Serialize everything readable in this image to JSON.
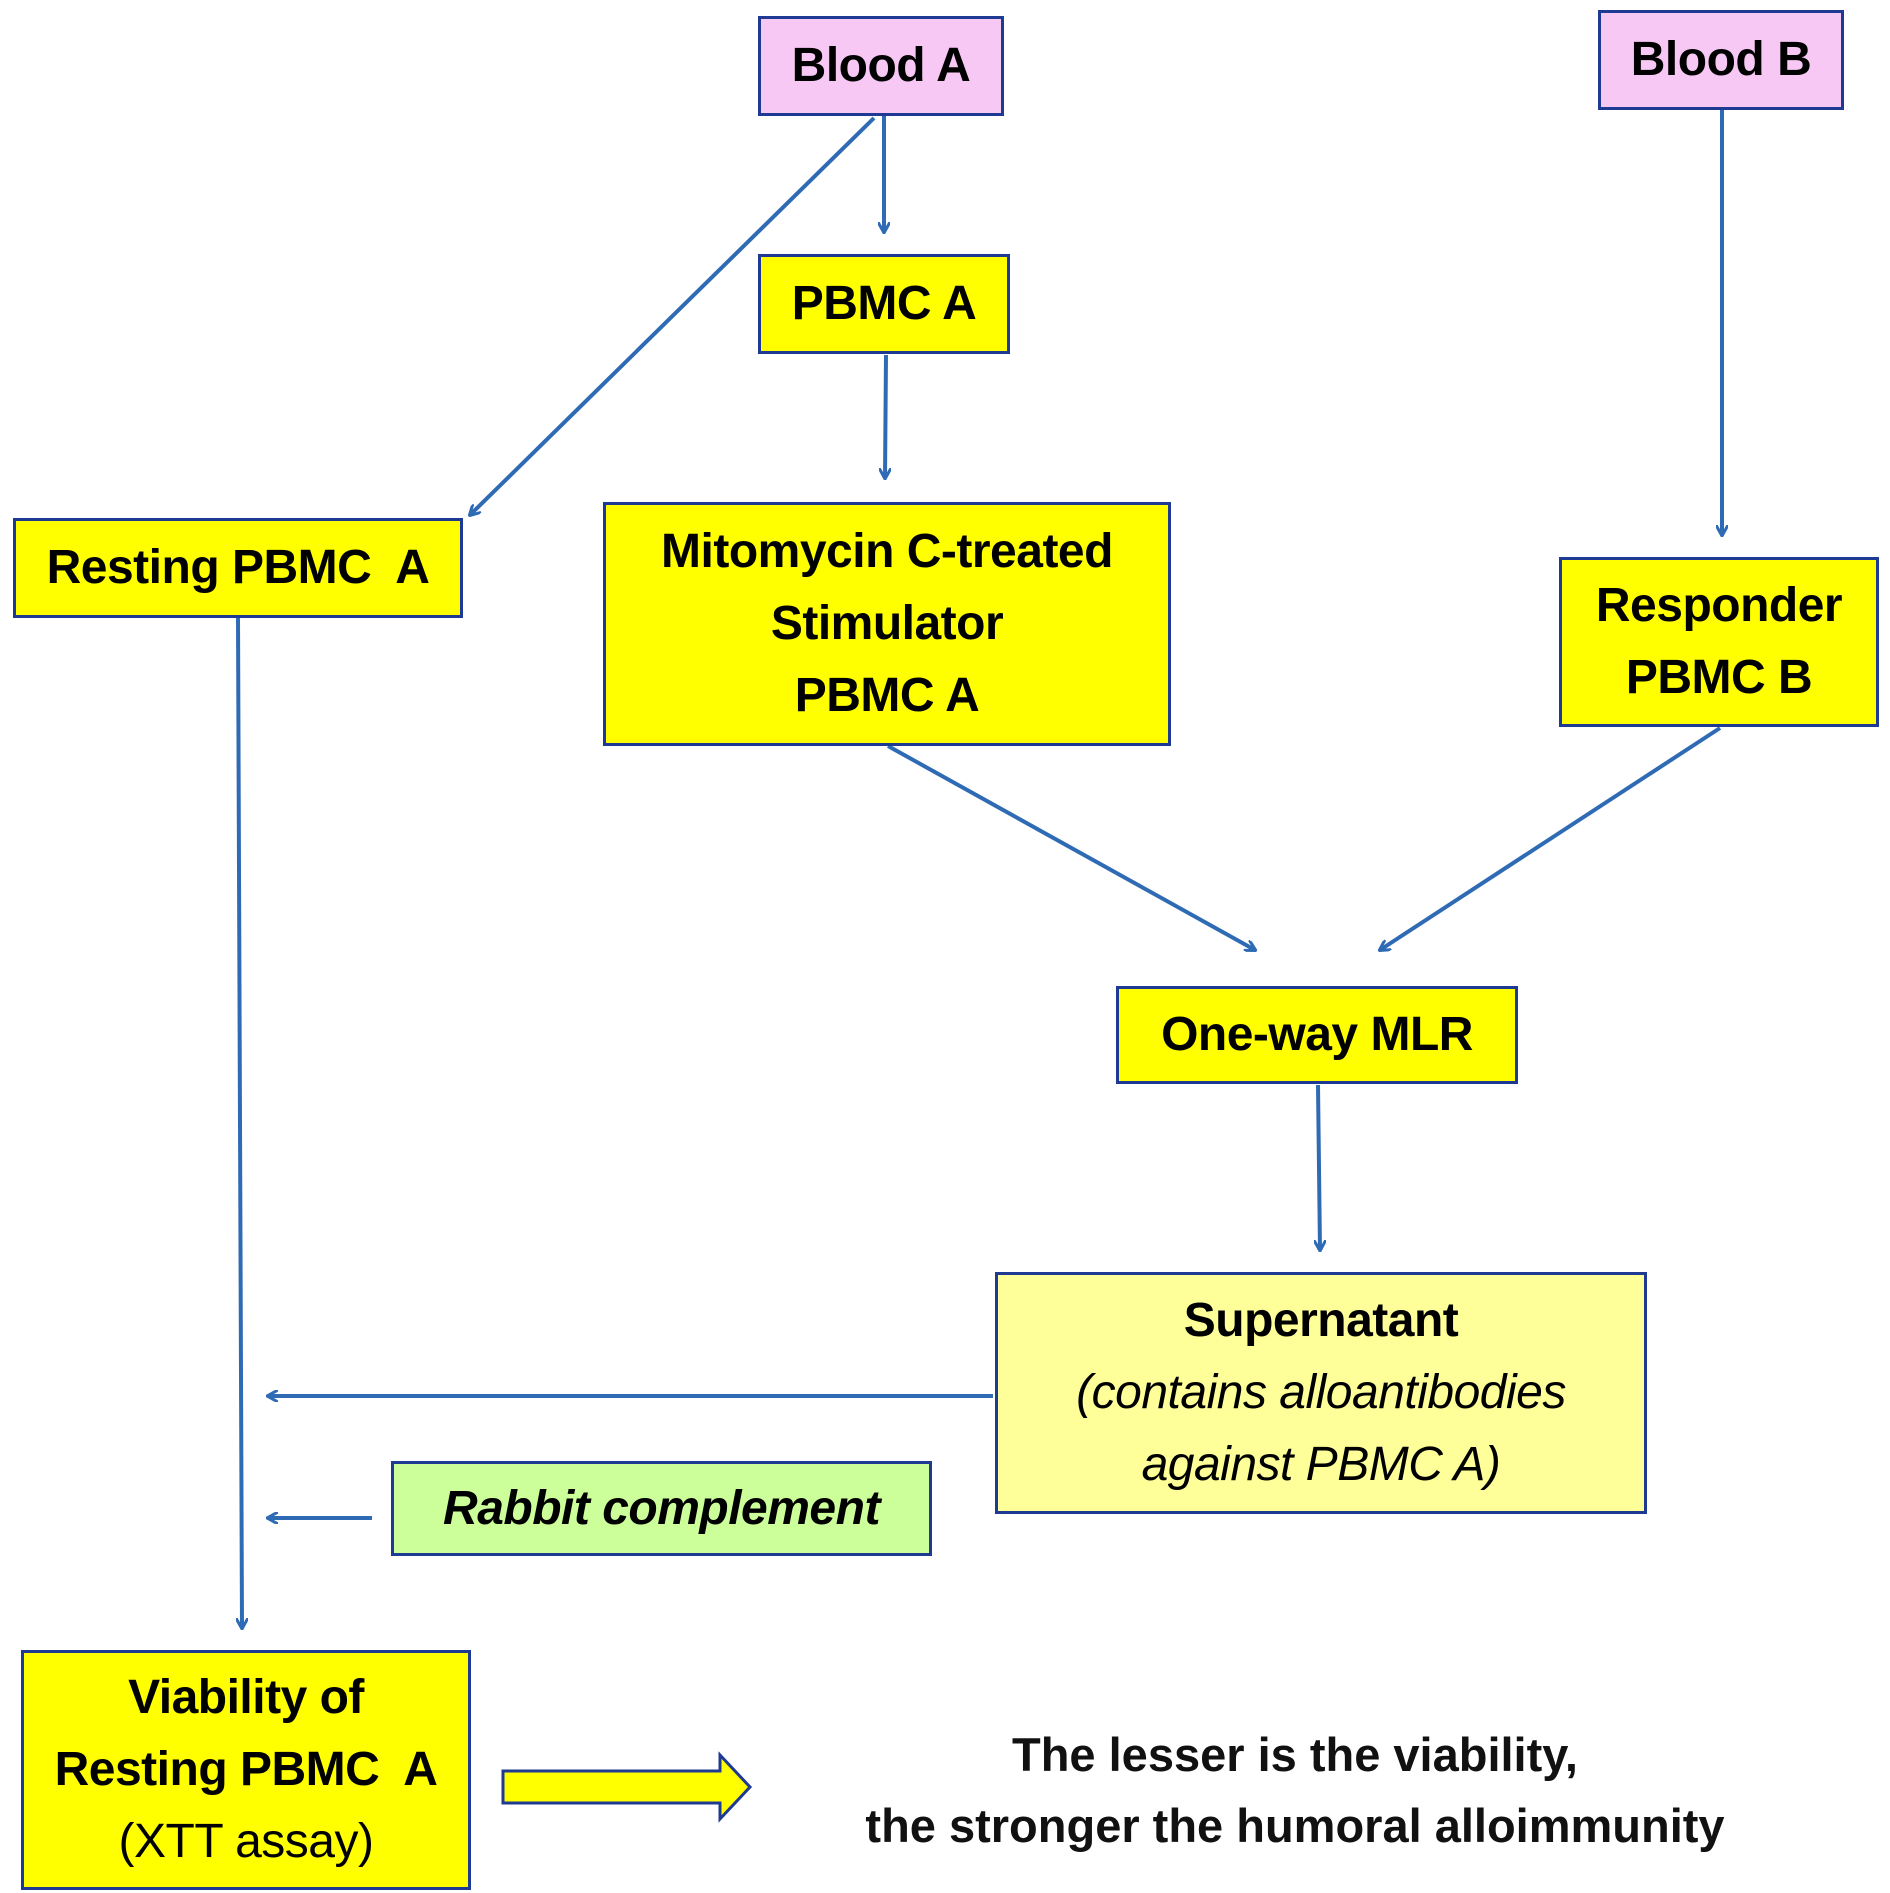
{
  "nodes": {
    "blood_a": {
      "label": "Blood A",
      "color": "#f8c8f5"
    },
    "blood_b": {
      "label": "Blood B",
      "color": "#f8c8f5"
    },
    "pbmc_a": {
      "label": "PBMC A"
    },
    "resting_pbmc_a": {
      "label": "Resting PBMC  A"
    },
    "stimulator": {
      "lines": [
        "Mitomycin C-treated",
        "Stimulator",
        "PBMC A"
      ]
    },
    "responder": {
      "lines": [
        "Responder",
        "PBMC B"
      ]
    },
    "mlr": {
      "label": "One-way MLR"
    },
    "supernatant": {
      "title": "Supernatant",
      "note_lines": [
        "(contains alloantibodies",
        "against PBMC A)"
      ],
      "color": "#ffff99"
    },
    "complement": {
      "label": "Rabbit complement",
      "color": "#ccff99"
    },
    "viability": {
      "lines": [
        "Viability of",
        "Resting PBMC  A"
      ],
      "assay": "(XTT assay)"
    }
  },
  "conclusion": {
    "lines": [
      "The lesser is the viability,",
      "the stronger the humoral alloimmunity"
    ]
  },
  "colors": {
    "box_fill": "#ffff00",
    "border": "#1f3a93",
    "arrow": "#2f6bb5"
  }
}
